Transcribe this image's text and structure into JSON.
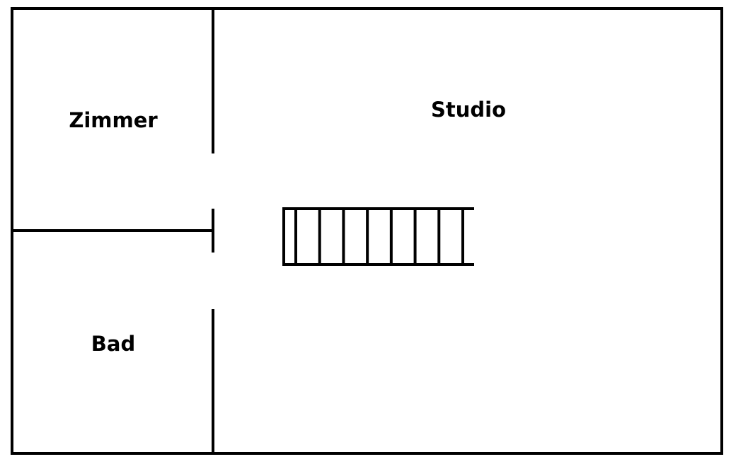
{
  "title": "Floor plan",
  "rooms": {
    "zimmer": "Zimmer",
    "studio": "Studio",
    "bad": "Bad"
  },
  "stairs": {
    "steps": 8
  },
  "colors": {
    "line": "#000000",
    "background": "#ffffff"
  }
}
